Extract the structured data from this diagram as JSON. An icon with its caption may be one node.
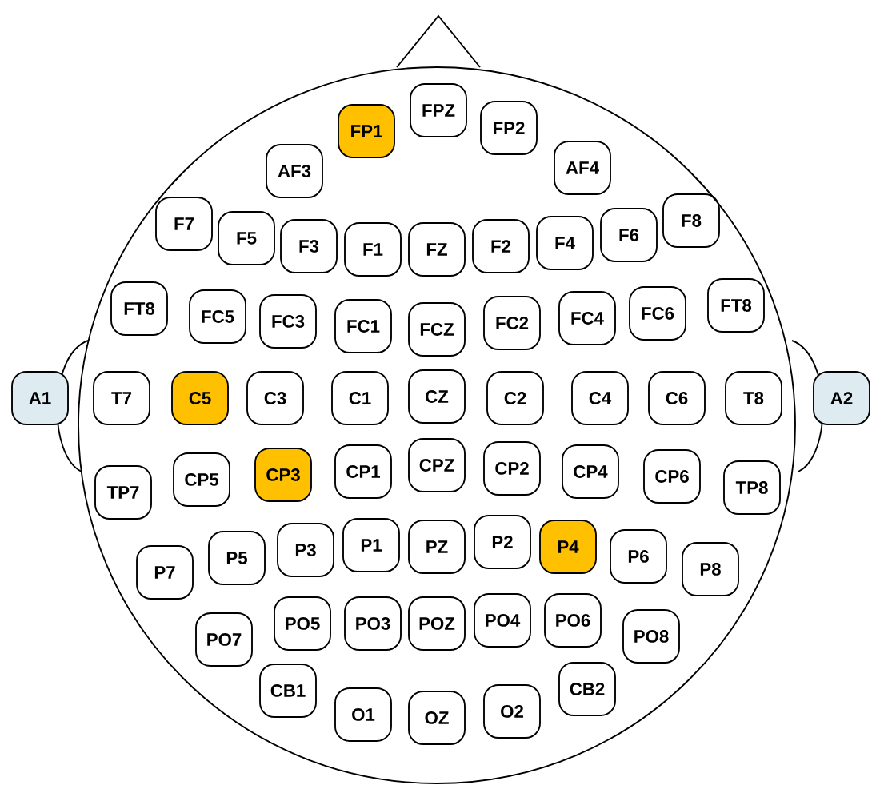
{
  "diagram": {
    "nodes": [
      {
        "text": [
          "FPZ"
        ]
      },
      {
        "text": [
          "FP1"
        ]
      },
      {
        "text": [
          "FP2"
        ]
      },
      {
        "text": [
          "AF3"
        ]
      },
      {
        "text": [
          "AF4"
        ]
      },
      {
        "text": [
          "F7"
        ]
      },
      {
        "text": [
          "F5"
        ]
      },
      {
        "text": [
          "F3"
        ]
      },
      {
        "text": [
          "F1"
        ]
      },
      {
        "text": [
          "FZ"
        ]
      },
      {
        "text": [
          "F2"
        ]
      },
      {
        "text": [
          "F4"
        ]
      },
      {
        "text": [
          "F6"
        ]
      },
      {
        "text": [
          "F8"
        ]
      },
      {
        "text": [
          "FT8"
        ]
      },
      {
        "text": [
          "FC5"
        ]
      },
      {
        "text": [
          "FC3"
        ]
      },
      {
        "text": [
          "FC1"
        ]
      },
      {
        "text": [
          "FCZ"
        ]
      },
      {
        "text": [
          "FC2"
        ]
      },
      {
        "text": [
          "FC4"
        ]
      },
      {
        "text": [
          "FC6"
        ]
      },
      {
        "text": [
          "FT8"
        ]
      },
      {
        "text": [
          "A1"
        ]
      },
      {
        "text": [
          "T7"
        ]
      },
      {
        "text": [
          "C5"
        ]
      },
      {
        "text": [
          "C3"
        ]
      },
      {
        "text": [
          "C1"
        ]
      },
      {
        "text": [
          "CZ"
        ]
      },
      {
        "text": [
          "C2"
        ]
      },
      {
        "text": [
          "C4"
        ]
      },
      {
        "text": [
          "C6"
        ]
      },
      {
        "text": [
          "T8"
        ]
      },
      {
        "text": [
          "A2"
        ]
      },
      {
        "text": [
          "TP7"
        ]
      },
      {
        "text": [
          "CP5"
        ]
      },
      {
        "text": [
          "CP3"
        ]
      },
      {
        "text": [
          "CP1"
        ]
      },
      {
        "text": [
          "CPZ"
        ]
      },
      {
        "text": [
          "CP2"
        ]
      },
      {
        "text": [
          "CP4"
        ]
      },
      {
        "text": [
          "CP6"
        ]
      },
      {
        "text": [
          "TP8"
        ]
      },
      {
        "text": [
          "P7"
        ]
      },
      {
        "text": [
          "P5"
        ]
      },
      {
        "text": [
          "P3"
        ]
      },
      {
        "text": [
          "P1"
        ]
      },
      {
        "text": [
          "PZ"
        ]
      },
      {
        "text": [
          "P2"
        ]
      },
      {
        "text": [
          "P4"
        ]
      },
      {
        "text": [
          "P6"
        ]
      },
      {
        "text": [
          "P8"
        ]
      },
      {
        "text": [
          "PO7"
        ]
      },
      {
        "text": [
          "PO5"
        ]
      },
      {
        "text": [
          "PO3"
        ]
      },
      {
        "text": [
          "POZ"
        ]
      },
      {
        "text": [
          "PO4"
        ]
      },
      {
        "text": [
          "PO6"
        ]
      },
      {
        "text": [
          "PO8"
        ]
      },
      {
        "text": [
          "CB1"
        ]
      },
      {
        "text": [
          "O1"
        ]
      },
      {
        "text": [
          "OZ"
        ]
      },
      {
        "text": [
          "O2"
        ]
      },
      {
        "text": [
          "CB2"
        ]
      }
    ]
  }
}
